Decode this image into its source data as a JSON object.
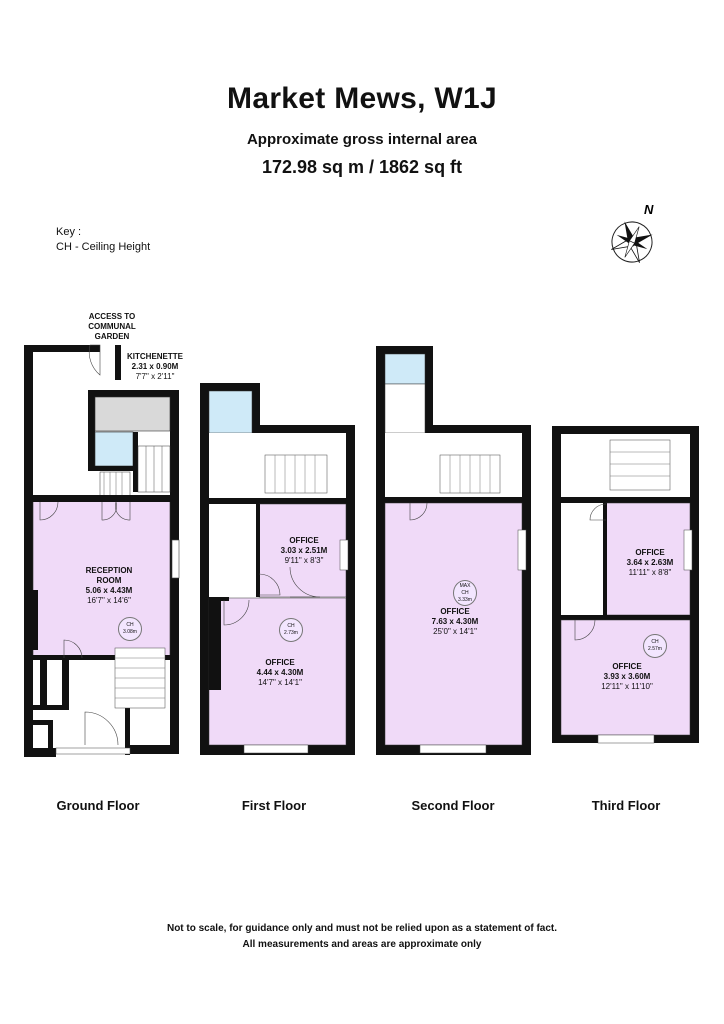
{
  "header": {
    "title": "Market Mews, W1J",
    "subtitle": "Approximate gross internal area",
    "area": "172.98 sq m / 1862 sq ft"
  },
  "key": {
    "heading": "Key :",
    "entry": "CH - Ceiling Height"
  },
  "compass": {
    "north_label": "N"
  },
  "colors": {
    "room_fill": "#f0daf8",
    "wall": "#111111",
    "service": "#d7d7d7",
    "bath": "#cfeaf8"
  },
  "floors": {
    "ground": {
      "label": "Ground Floor",
      "access": [
        "ACCESS TO",
        "COMMUNAL",
        "GARDEN"
      ],
      "kitchenette": {
        "name": "KITCHENETTE",
        "metric": "2.31 x 0.90M",
        "imperial": "7'7\" x 2'11\""
      },
      "reception": {
        "name1": "RECEPTION",
        "name2": "ROOM",
        "metric": "5.06 x 4.43M",
        "imperial": "16'7\" x 14'6\""
      },
      "ch": {
        "label": "CH",
        "value": "3.08m"
      }
    },
    "first": {
      "label": "First Floor",
      "office_a": {
        "name": "OFFICE",
        "metric": "3.03 x 2.51M",
        "imperial": "9'11\" x 8'3\""
      },
      "office_b": {
        "name": "OFFICE",
        "metric": "4.44 x 4.30M",
        "imperial": "14'7\" x 14'1\""
      },
      "ch": {
        "label": "CH",
        "value": "2.73m"
      }
    },
    "second": {
      "label": "Second Floor",
      "office": {
        "name": "OFFICE",
        "metric": "7.63 x 4.30M",
        "imperial": "25'0\" x 14'1\""
      },
      "ch": {
        "label1": "MAX",
        "label2": "CH",
        "value": "3.33m"
      }
    },
    "third": {
      "label": "Third Floor",
      "office_a": {
        "name": "OFFICE",
        "metric": "3.64 x 2.63M",
        "imperial": "11'11\" x 8'8\""
      },
      "office_b": {
        "name": "OFFICE",
        "metric": "3.93 x 3.60M",
        "imperial": "12'11\" x 11'10\""
      },
      "ch": {
        "label": "CH",
        "value": "2.57m"
      }
    }
  },
  "footer": {
    "line1": "Not to scale, for guidance only and must not be relied upon as a statement of fact.",
    "line2": "All measurements and areas are approximate only"
  }
}
